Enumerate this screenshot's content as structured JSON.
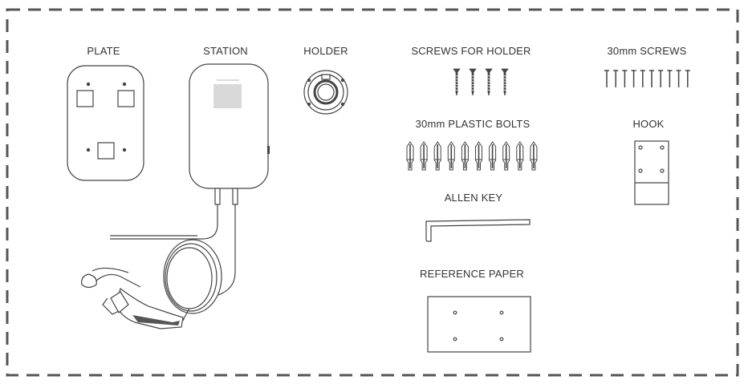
{
  "labels": {
    "plate": "PLATE",
    "station": "STATION",
    "holder": "HOLDER",
    "screws_for_holder": "SCREWS FOR HOLDER",
    "screws_30mm": "30mm SCREWS",
    "plastic_bolts": "30mm PLASTIC BOLTS",
    "hook": "HOOK",
    "allen_key": "ALLEN KEY",
    "reference_paper": "REFERENCE  PAPER"
  },
  "counts": {
    "screws_for_holder": 4,
    "screws_30mm": 10,
    "plastic_bolts": 10
  },
  "colors": {
    "line": "#444444",
    "border": "#555555",
    "screen": "#d9d9d9",
    "handle": "#555555"
  }
}
